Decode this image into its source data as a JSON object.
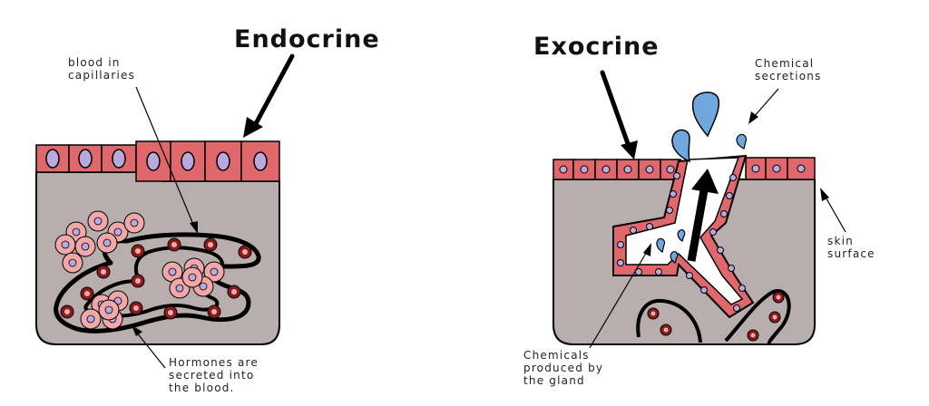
{
  "endocrine": {
    "title": "Endocrine",
    "label_blood": [
      "blood in",
      "capillaries"
    ],
    "label_hormones": [
      "Hormones are",
      "secreted into",
      "the blood."
    ]
  },
  "exocrine": {
    "title": "Exocrine",
    "label_secretions": [
      "Chemical",
      "secretions"
    ],
    "label_skin": [
      "skin",
      "surface"
    ],
    "label_chemicals": [
      "Chemicals",
      "produced by",
      "the gland"
    ]
  },
  "colors": {
    "tissue": "#b8aeae",
    "cell": "#e0676b",
    "nucleus": "#b9a9dd",
    "gland_cell": "#f2a8a8",
    "blood_cell": "#8b1a1a",
    "droplet": "#6fa8dc",
    "outline": "#000000"
  }
}
